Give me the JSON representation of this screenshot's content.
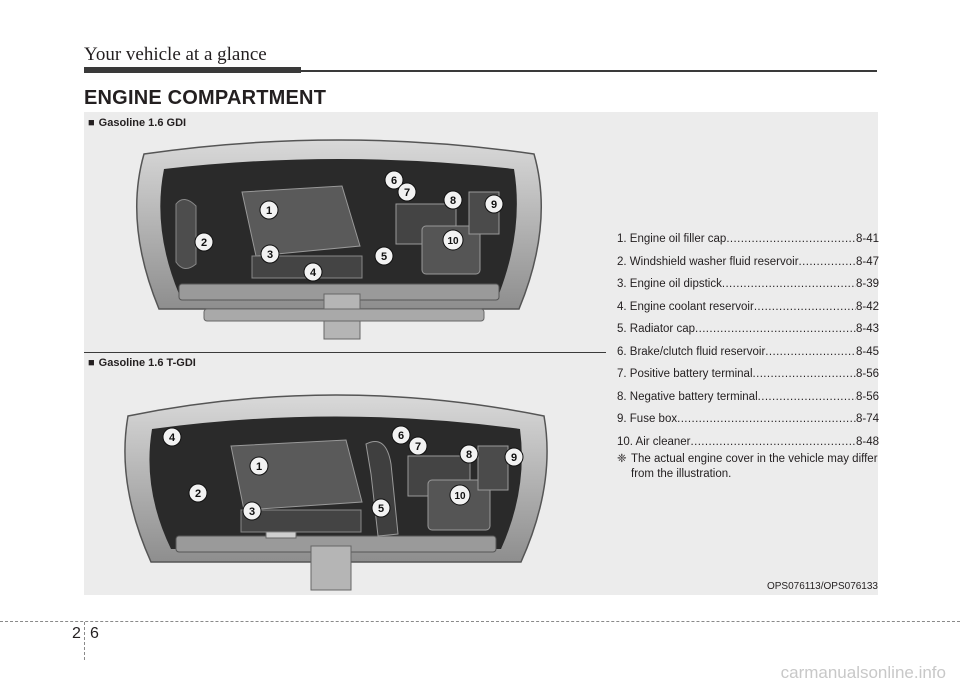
{
  "header": {
    "title": "Your vehicle at a glance"
  },
  "section": {
    "title": "ENGINE COMPARTMENT"
  },
  "variants": [
    {
      "marker": "■",
      "label": "Gasoline 1.6 GDI"
    },
    {
      "marker": "■",
      "label": "Gasoline 1.6 T-GDI"
    }
  ],
  "callouts_top": [
    "1",
    "2",
    "3",
    "4",
    "5",
    "6",
    "7",
    "8",
    "9",
    "10"
  ],
  "callouts_bottom": [
    "1",
    "2",
    "3",
    "4",
    "5",
    "6",
    "7",
    "8",
    "9",
    "10"
  ],
  "items": [
    {
      "label": "1. Engine oil filler cap",
      "page": "8-41"
    },
    {
      "label": "2. Windshield washer fluid reservoir ",
      "page": "8-47"
    },
    {
      "label": "3. Engine oil dipstick ",
      "page": "8-39"
    },
    {
      "label": "4. Engine coolant reservoir ",
      "page": "8-42"
    },
    {
      "label": "5. Radiator cap",
      "page": "8-43"
    },
    {
      "label": "6. Brake/clutch fluid reservoir",
      "page": "8-45"
    },
    {
      "label": "7. Positive battery terminal",
      "page": "8-56"
    },
    {
      "label": "8. Negative battery terminal",
      "page": "8-56"
    },
    {
      "label": "9. Fuse box",
      "page": "8-74"
    },
    {
      "label": "10. Air cleaner ",
      "page": "8-48"
    }
  ],
  "note": {
    "mark": "❈",
    "text": "The actual engine cover in the vehicle may differ from the illustration."
  },
  "image_code": "OPS076113/OPS076133",
  "page": {
    "chapter": "2",
    "number": "6"
  },
  "watermark": "carmanualsonline.info",
  "colors": {
    "panel": "#ececec",
    "rule": "#3a3a3a",
    "text": "#231f20"
  }
}
